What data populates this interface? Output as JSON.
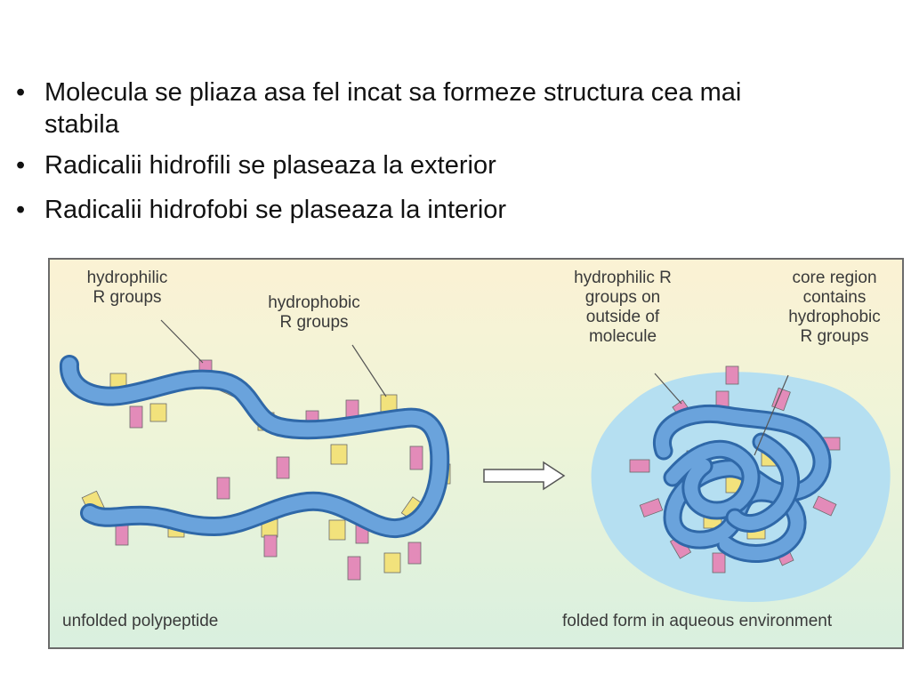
{
  "bullets": [
    {
      "marker": "•",
      "text": "Molecula se pliaza asa fel incat sa formeze structura cea mai stabila"
    },
    {
      "marker": "•",
      "text": "Radicalii hidrofili se plaseaza la exterior"
    },
    {
      "marker": "•",
      "text": "Radicalii hidrofobi se plaseaza la interior"
    }
  ],
  "figure": {
    "labels": {
      "hydrophilic_left": "hydrophilic\nR groups",
      "hydrophobic_left": "hydrophobic\nR groups",
      "hydrophilic_right": "hydrophilic R\ngroups on\noutside of\nmolecule",
      "core_right": "core region\ncontains\nhydrophobic\nR groups",
      "caption_left": "unfolded polypeptide",
      "caption_right": "folded form in aqueous environment"
    },
    "colors": {
      "chain": "#6aa3dc",
      "chain_edge": "#2f68a8",
      "hydrophilic": "#e38bb9",
      "hydrophobic": "#f2e27c",
      "water": "#b5dff1"
    }
  }
}
